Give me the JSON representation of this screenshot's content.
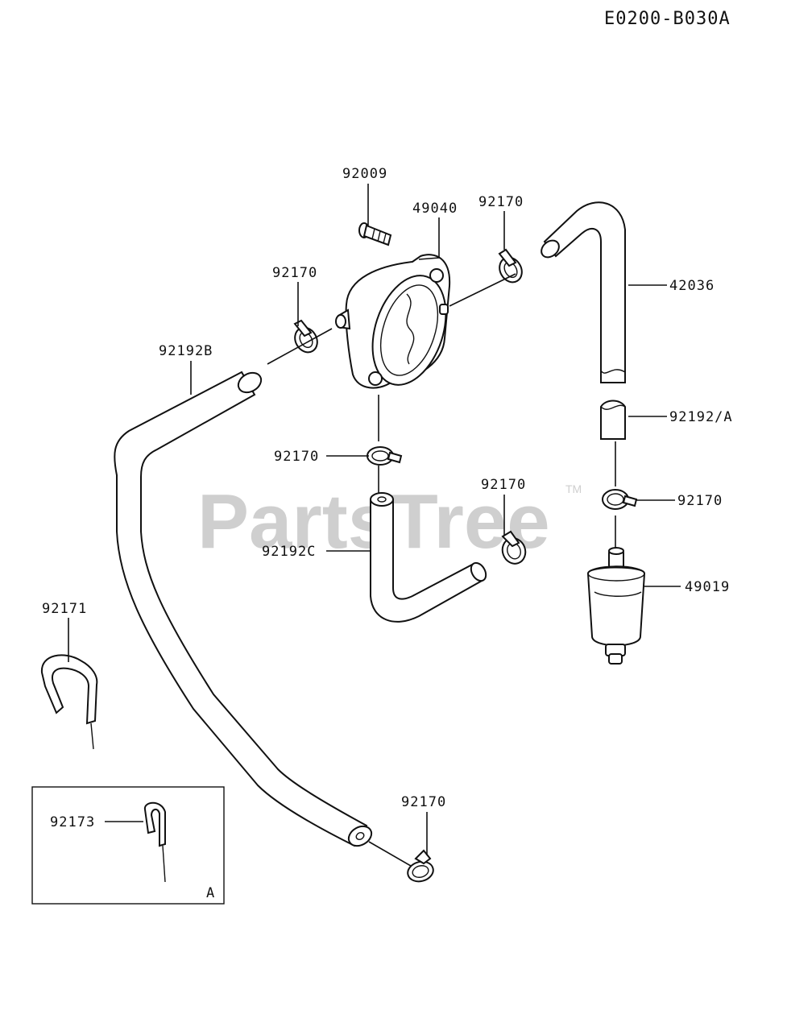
{
  "diagram_code": "E0200-B030A",
  "watermark": "PartsTree",
  "watermark_tm": "TM",
  "inset_tag": "A",
  "callouts": {
    "bolt": "92009",
    "cock": "49040",
    "clamp_top": "92170",
    "clamp_left": "92170",
    "hose_right": "42036",
    "hose_long": "92192B",
    "hose_short": "92192/A",
    "clamp_mid": "92170",
    "clamp_mid2": "92170",
    "clamp_right": "92170",
    "hose_c": "92192C",
    "filter": "49019",
    "clip_a": "92171",
    "clamp_bottom": "92170",
    "clip_b": "92173"
  }
}
